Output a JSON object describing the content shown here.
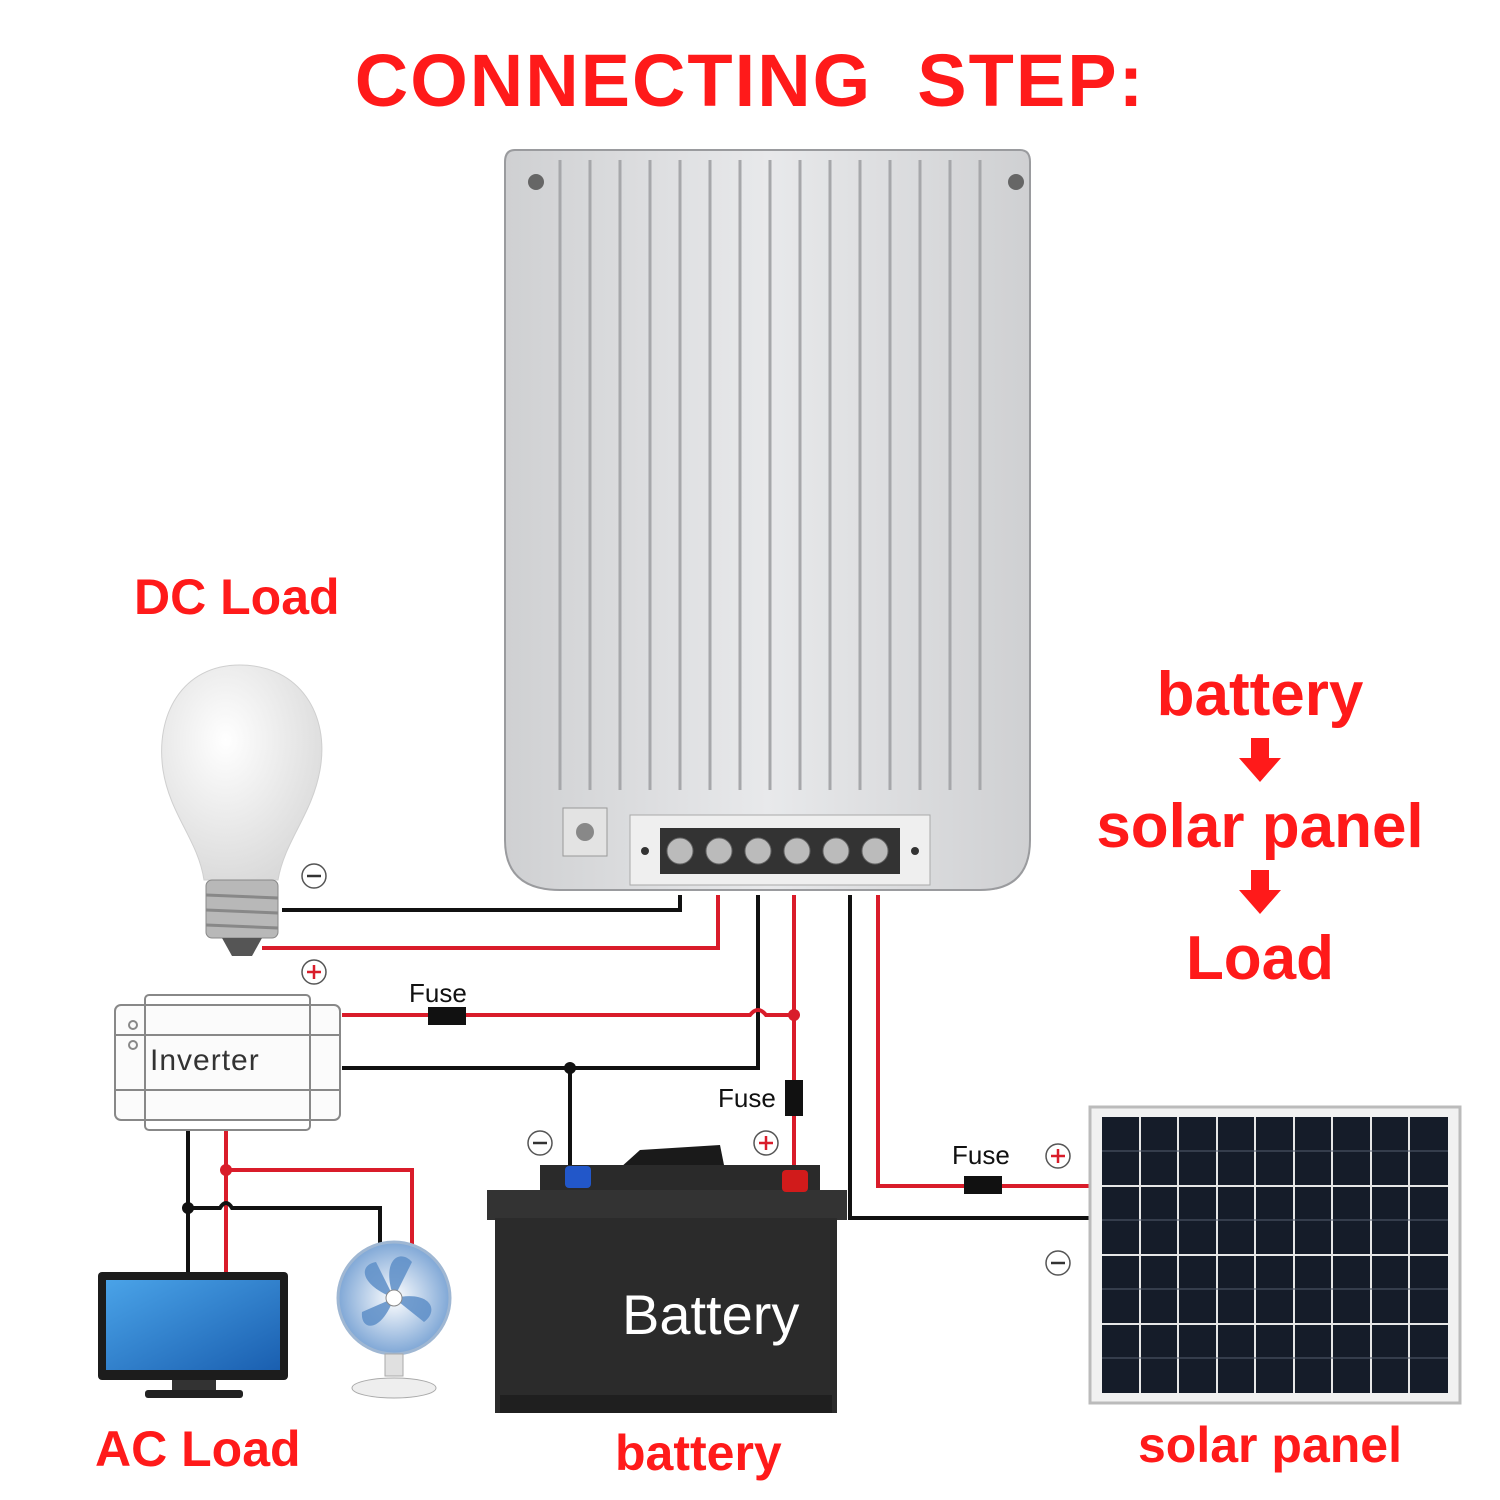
{
  "title": "CONNECTING  STEP:",
  "labels": {
    "dc_load": "DC Load",
    "ac_load": "AC Load",
    "battery": "battery",
    "solar_panel": "solar panel"
  },
  "steps": {
    "step1": "battery",
    "step2": "solar panel",
    "step3": "Load"
  },
  "components": {
    "inverter": "Inverter",
    "battery_body": "Battery"
  },
  "fuses": {
    "fuse_inverter": "Fuse",
    "fuse_battery": "Fuse",
    "fuse_solar": "Fuse"
  },
  "colors": {
    "label_red": "#ff1a1a",
    "wire_red": "#d91c2a",
    "wire_black": "#111111"
  },
  "icons": [
    "light-bulb-icon",
    "inverter-icon",
    "monitor-icon",
    "fan-icon",
    "battery-icon",
    "solar-panel-icon",
    "charge-controller-icon",
    "arrow-down-icon",
    "plus-icon",
    "minus-icon"
  ]
}
